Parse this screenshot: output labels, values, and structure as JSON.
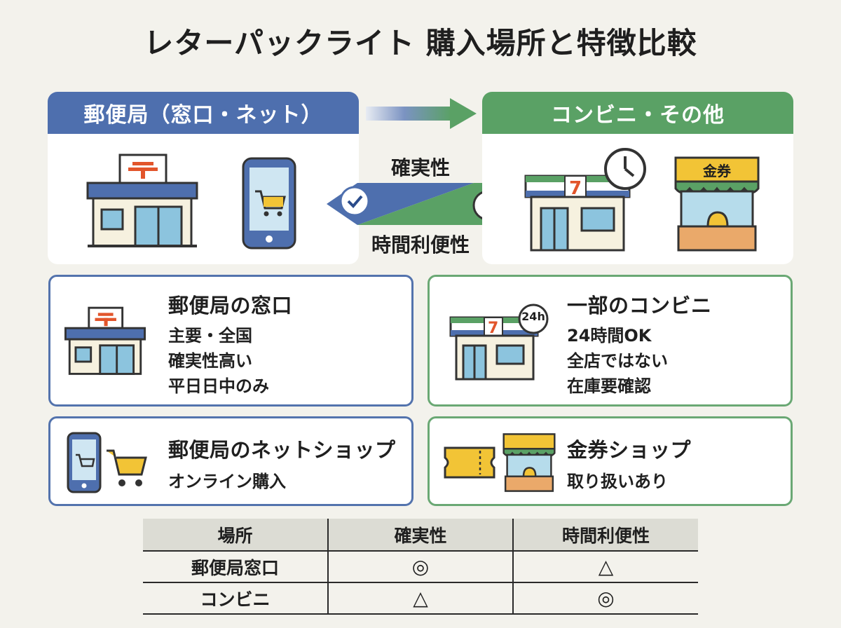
{
  "title": "レターパックライト 購入場所と特徴比較",
  "panels": {
    "left_title": "郵便局（窓口・ネット）",
    "right_title": "コンビニ・その他",
    "ticket_booth_sign": "金券"
  },
  "center": {
    "top_label": "確実性",
    "bottom_label": "時間利便性"
  },
  "cards": {
    "post_counter": {
      "title": "郵便局の窓口",
      "lines": [
        "主要・全国",
        "確実性高い",
        "平日日中のみ"
      ]
    },
    "convenience": {
      "title": "一部のコンビニ",
      "badge": "24h",
      "lines": [
        "24時間OK",
        "全店ではない",
        "在庫要確認"
      ]
    },
    "net_shop": {
      "title": "郵便局のネットショップ",
      "lines": [
        "オンライン購入"
      ]
    },
    "ticket_shop": {
      "title": "金券ショップ",
      "lines": [
        "取り扱いあり"
      ]
    }
  },
  "table": {
    "headers": [
      "場所",
      "確実性",
      "時間利便性"
    ],
    "rows": [
      [
        "郵便局窓口",
        "◎",
        "△"
      ],
      [
        "コンビニ",
        "△",
        "◎"
      ]
    ]
  },
  "colors": {
    "blue": "#4e6fae",
    "green": "#5aa165",
    "postal_red": "#e2552b",
    "cart_yellow": "#f2c436"
  }
}
